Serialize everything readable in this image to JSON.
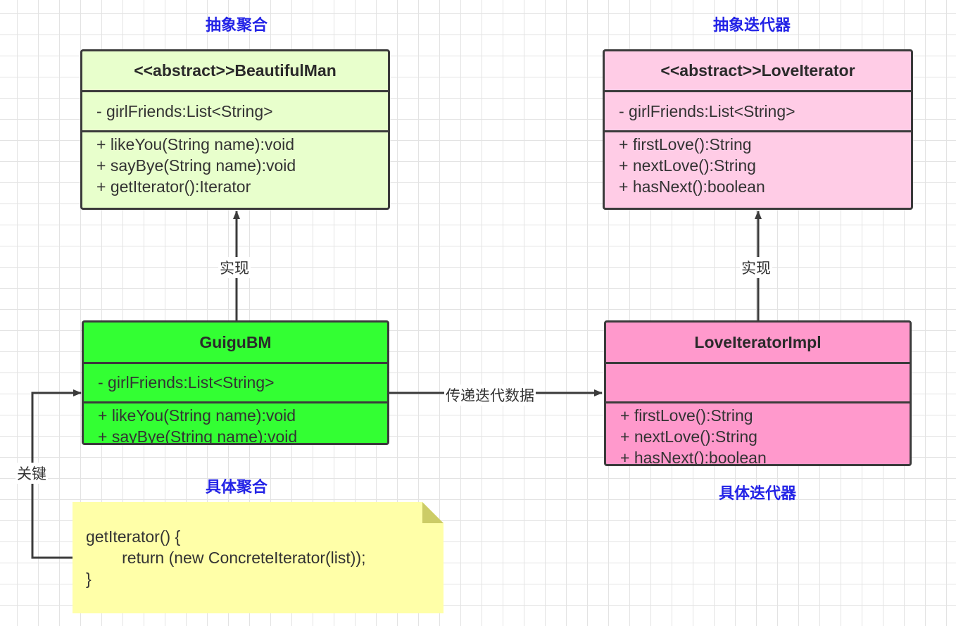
{
  "titles": {
    "abstract_aggregate": "抽象聚合",
    "abstract_iterator": "抽象迭代器",
    "concrete_aggregate": "具体聚合",
    "concrete_iterator": "具体迭代器"
  },
  "classes": {
    "beautiful_man": {
      "name": "<<abstract>>BeautifulMan",
      "attribute": "- girlFriends:List<String>",
      "methods": [
        "+ likeYou(String name):void",
        "+ sayBye(String name):void",
        "+ getIterator():Iterator"
      ],
      "fill": "#e8ffcc"
    },
    "love_iterator": {
      "name": "<<abstract>>LoveIterator",
      "attribute": "- girlFriends:List<String>",
      "methods": [
        "+ firstLove():String",
        "+ nextLove():String",
        "+ hasNext():boolean"
      ],
      "fill": "#ffcce6"
    },
    "guigu_bm": {
      "name": "GuiguBM",
      "attribute": "- girlFriends:List<String>",
      "methods": [
        "+ likeYou(String name):void",
        "+ sayBye(String name):void"
      ],
      "fill": "#33ff33"
    },
    "love_iterator_impl": {
      "name": "LoveIteratorImpl",
      "attribute": "",
      "methods": [
        "+ firstLove():String",
        "+ nextLove():String",
        "+ hasNext():boolean"
      ],
      "fill": "#ff99cc"
    }
  },
  "edges": {
    "implements_left": "实现",
    "implements_right": "实现",
    "pass_data": "传递迭代数据",
    "key": "关键"
  },
  "note": {
    "lines": [
      "getIterator() {",
      "        return (new ConcreteIterator(list));",
      "}"
    ],
    "fill": "#ffffa8"
  },
  "colors": {
    "title": "#2323e6",
    "border": "#3b3b3b"
  }
}
